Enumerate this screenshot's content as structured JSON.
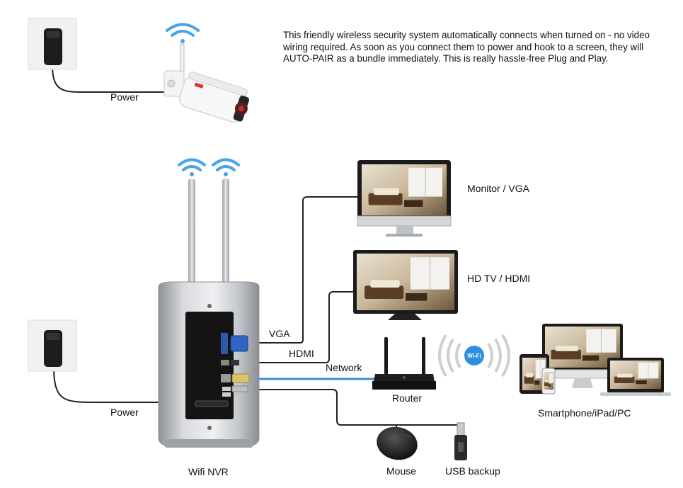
{
  "description": "This friendly wireless security system automatically connects when turned on - no video wiring required. As soon as you connect them to power and hook to a screen, they will AUTO-PAIR as a bundle immediately. This is really hassle-free Plug and Play.",
  "labels": {
    "power_top": "Power",
    "power_bottom": "Power",
    "monitor": "Monitor / VGA",
    "hdtv": "HD TV / HDMI",
    "vga": "VGA",
    "hdmi": "HDMI",
    "network": "Network",
    "router": "Router",
    "devices": "Smartphone/iPad/PC",
    "nvr": "Wifi NVR",
    "mouse": "Mouse",
    "usb": "USB backup",
    "wifi_badge": "Wi-Fi"
  },
  "colors": {
    "cable": "#222222",
    "network_cable": "#3a8fd6",
    "wifi": "#4aa3e6",
    "nvr_body": "#b9bcc0"
  }
}
